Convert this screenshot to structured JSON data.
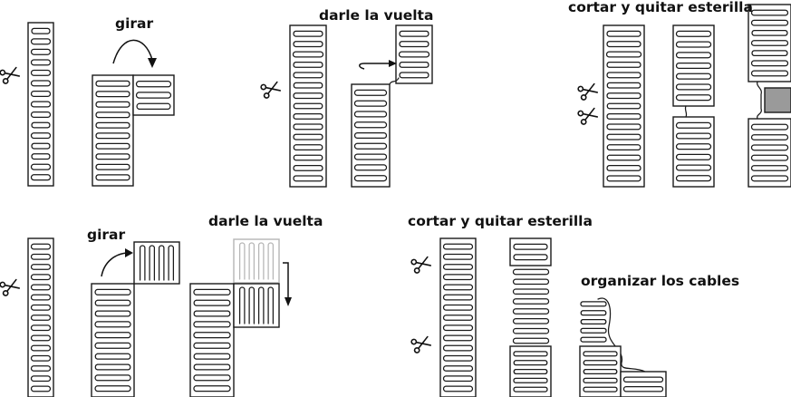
{
  "labels": {
    "step1_girar": "girar",
    "step2_darle_vuelta": "darle la vuelta",
    "step3_cortar_quitar": "cortar y quitar esterilla",
    "step4_girar": "girar",
    "step5_darle_vuelta": "darle la vuelta",
    "step6_cortar_quitar": "cortar y quitar esterilla",
    "step7_organizar": "organizar los cables"
  },
  "icons": {
    "cut": "scissors-icon",
    "rotate": "curved-arrow-icon",
    "flip": "hook-arrow-icon"
  },
  "colors": {
    "line": "#1a1a1a",
    "ghost": "#b5b5b5",
    "removed_section": "#9a9a9a"
  }
}
